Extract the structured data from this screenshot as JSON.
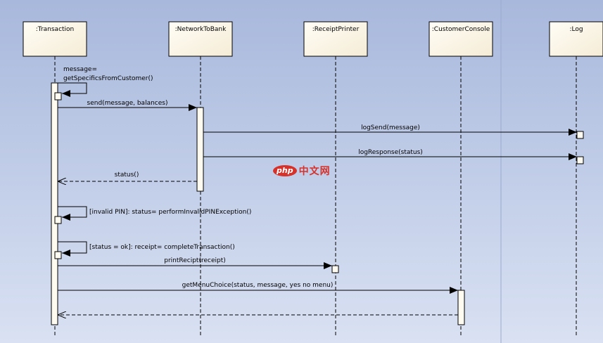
{
  "colors": {
    "lifeline_box": "#fffbf0",
    "activation": "#fffbf0",
    "line": "#000000",
    "watermark": "#d4322b"
  },
  "participants": [
    {
      "id": "transaction",
      "label": ":Transaction"
    },
    {
      "id": "network",
      "label": ":NetworkToBank"
    },
    {
      "id": "printer",
      "label": ":ReceiptPrinter"
    },
    {
      "id": "console",
      "label": ":CustomerConsole"
    },
    {
      "id": "log",
      "label": ":Log"
    }
  ],
  "messages": [
    {
      "id": "m1",
      "from": "transaction",
      "to": "transaction",
      "kind": "self",
      "lines": [
        "message=",
        "getSpecificsFromCustomer()"
      ]
    },
    {
      "id": "m2",
      "from": "transaction",
      "to": "network",
      "kind": "sync",
      "lines": [
        "send(message, balances)"
      ]
    },
    {
      "id": "m3",
      "from": "network",
      "to": "log",
      "kind": "sync",
      "lines": [
        "logSend(message)"
      ]
    },
    {
      "id": "m4",
      "from": "network",
      "to": "log",
      "kind": "sync",
      "lines": [
        "logResponse(status)"
      ]
    },
    {
      "id": "m5",
      "from": "network",
      "to": "transaction",
      "kind": "return",
      "lines": [
        "status()"
      ]
    },
    {
      "id": "m6",
      "from": "transaction",
      "to": "transaction",
      "kind": "self",
      "lines": [
        "[invalid PIN]: status= performInvalidPINException()"
      ]
    },
    {
      "id": "m7",
      "from": "transaction",
      "to": "transaction",
      "kind": "self",
      "lines": [
        "[status = ok]: receipt= completeTransaction()"
      ]
    },
    {
      "id": "m8",
      "from": "transaction",
      "to": "printer",
      "kind": "sync",
      "lines": [
        "printRecipt(receipt)"
      ]
    },
    {
      "id": "m9",
      "from": "transaction",
      "to": "console",
      "kind": "sync",
      "lines": [
        "getMenuChoice(status, message, yes no menu)"
      ]
    },
    {
      "id": "m10",
      "from": "console",
      "to": "transaction",
      "kind": "return",
      "lines": [
        ""
      ]
    }
  ],
  "watermark": {
    "logo": "php",
    "text": "中文网"
  }
}
